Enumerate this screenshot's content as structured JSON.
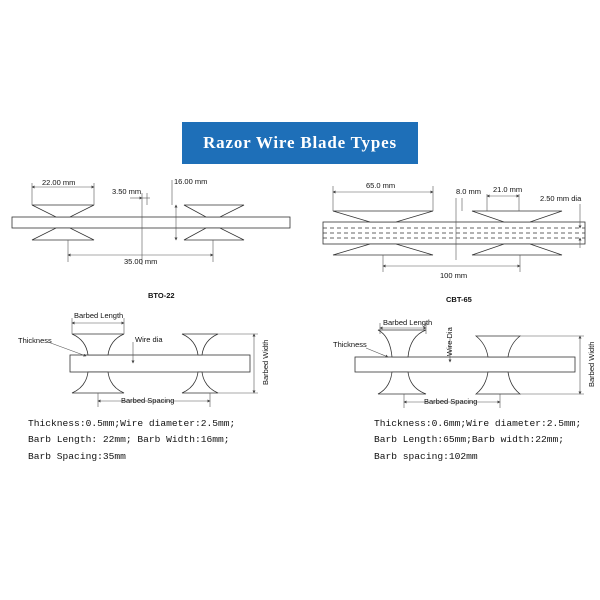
{
  "title": "Razor Wire Blade Types",
  "colors": {
    "banner": "#1e6fb8",
    "line": "#333333",
    "dim": "#555555",
    "text": "#111111"
  },
  "top_left": {
    "dims": {
      "blade_length": "22.00 mm",
      "gap": "3.50 mm",
      "height": "16.00 mm",
      "spacing": "35.00 mm"
    },
    "name": "BTO-22"
  },
  "top_right": {
    "dims": {
      "blade_length": "65.0 mm",
      "gap": "8.0 mm",
      "width": "21.0 mm",
      "wire": "2.50 mm dia",
      "spacing": "100 mm"
    },
    "name": "CBT-65"
  },
  "bottom_left": {
    "labels": {
      "barbed_length": "Barbed Length",
      "thickness": "Thickness",
      "wire_dia": "Wire dia",
      "barbed_width": "Barbed Width",
      "barbed_spacing": "Barbed Spacing"
    },
    "specs": [
      "Thickness:0.5mm;Wire diameter:2.5mm;",
      "Barb Length: 22mm; Barb Width:16mm;",
      "Barb Spacing:35mm"
    ]
  },
  "bottom_right": {
    "labels": {
      "barbed_length": "Barbed Length",
      "thickness": "Thickness",
      "wire_dia": "Wire Dia",
      "barbed_width": "Barbed Width",
      "barbed_spacing": "Barbed Spacing"
    },
    "specs": [
      "Thickness:0.6mm;Wire diameter:2.5mm;",
      "Barb Length:65mm;Barb width:22mm;",
      "Barb spacing:102mm"
    ]
  }
}
